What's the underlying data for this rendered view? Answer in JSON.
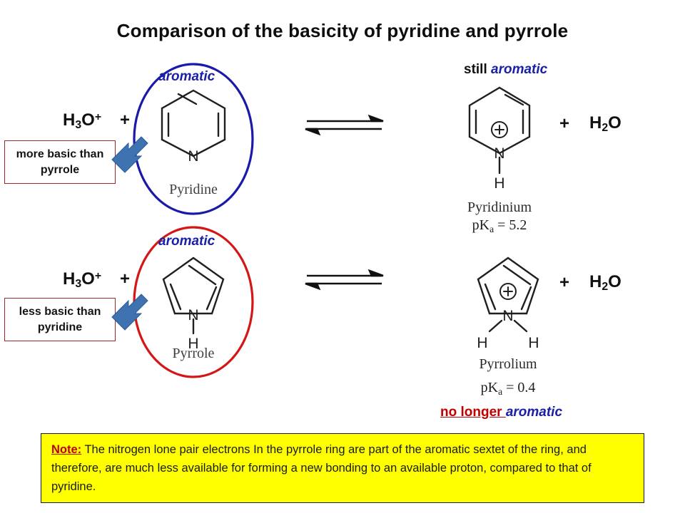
{
  "title": "Comparison of the basicity of pyridine and pyrrole",
  "colors": {
    "pyridine_ellipse": "#1a1aa8",
    "pyrrole_ellipse": "#d41616",
    "aromatic_text": "#1b21a6",
    "callout_border": "#9c2b2b",
    "callout_arrow": "#3f72b0",
    "note_background": "#ffff00",
    "note_keyword": "#c00000",
    "structure_line": "#1f1f1f",
    "structure_label": "#3f3f3f"
  },
  "reactions": [
    {
      "id": "pyridine",
      "acid": "H3O+",
      "acid_html": "H<sub>3</sub>O<sup>+</sup>",
      "plus_left": "+",
      "base_label": "aromatic",
      "base_name": "Pyridine",
      "base_heteroatom": "N",
      "arrow": "equilibrium",
      "product_label_prefix": "still ",
      "product_label_emphasis": "aromatic",
      "product_name": "Pyridinium",
      "product_pka_prefix": "pK",
      "product_pka_sub": "a",
      "product_pka_value": "= 5.2",
      "product_heteroatom": "N",
      "product_charge": "+",
      "product_hydrogens": [
        "H"
      ],
      "plus_right": "+",
      "coproduct": "H2O",
      "coproduct_html": "H<sub>2</sub>O",
      "callout": "more basic than pyrrole"
    },
    {
      "id": "pyrrole",
      "acid": "H3O+",
      "acid_html": "H<sub>3</sub>O<sup>+</sup>",
      "plus_left": "+",
      "base_label": "aromatic",
      "base_name": "Pyrrole",
      "base_heteroatom": "N",
      "base_hydrogen": "H",
      "arrow": "equilibrium",
      "product_label_prefix": "no longer ",
      "product_label_emphasis": "aromatic",
      "product_name": "Pyrrolium",
      "product_pka_prefix": "pK",
      "product_pka_sub": "a",
      "product_pka_value": "= 0.4",
      "product_heteroatom": "N",
      "product_charge": "+",
      "product_hydrogens": [
        "H",
        "H"
      ],
      "plus_right": "+",
      "coproduct": "H2O",
      "coproduct_html": "H<sub>2</sub>O",
      "callout": "less basic than pyridine"
    }
  ],
  "note": {
    "keyword": "Note:",
    "body": " The nitrogen lone pair electrons In the pyrrole ring are part of the aromatic sextet of the ring, and therefore, are much less available for forming a new bonding to an available proton, compared to that of pyridine."
  }
}
